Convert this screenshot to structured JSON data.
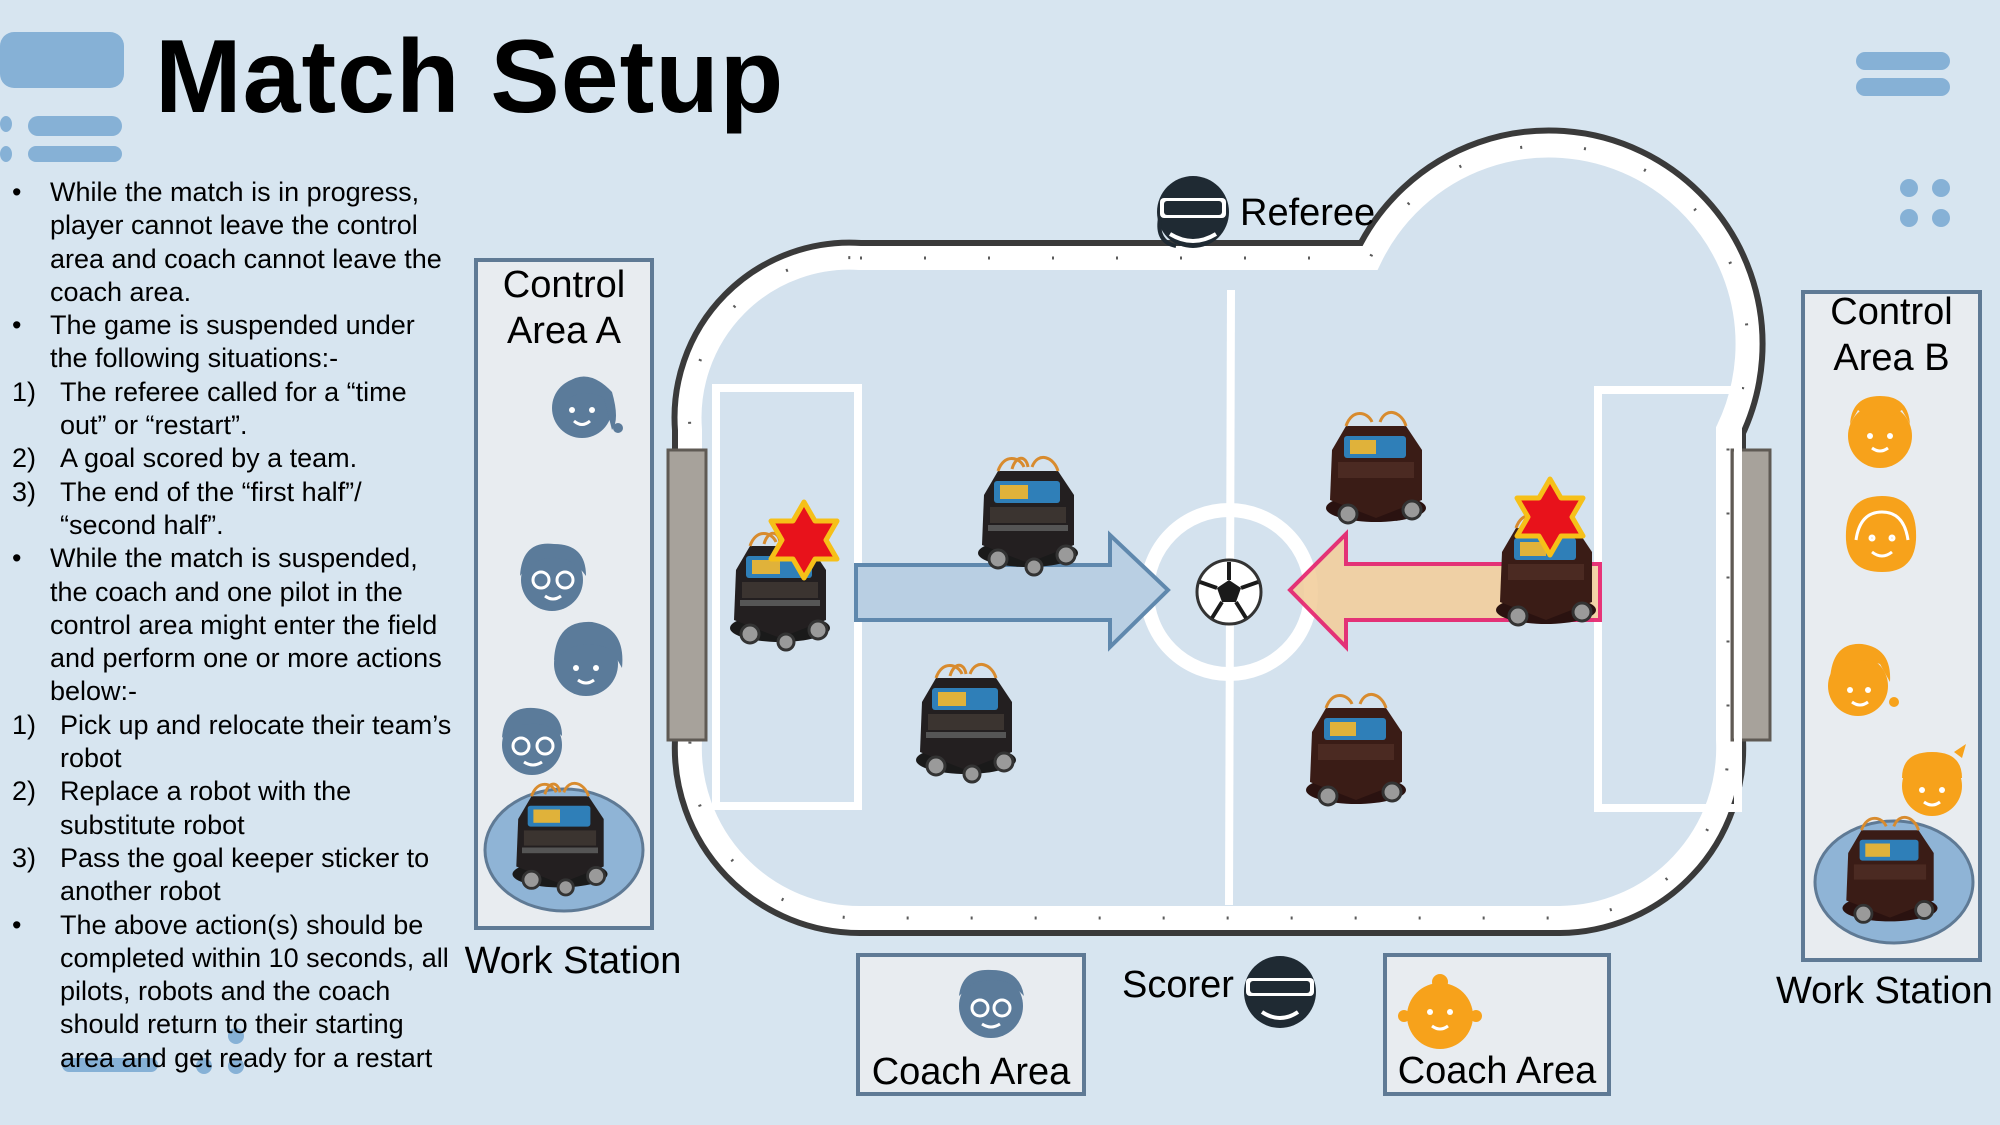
{
  "title": "Match Setup",
  "rules": [
    {
      "marker": "•",
      "text": "While the match is in progress, player cannot leave the control area and coach cannot leave the coach area."
    },
    {
      "marker": "•",
      "text": "The game is suspended under the following situations:-"
    },
    {
      "marker": "1)",
      "text": "The referee called for a “time out” or “restart”."
    },
    {
      "marker": "2)",
      "text": "A goal scored by a team."
    },
    {
      "marker": "3)",
      "text": "The end of the “first half”/ “second half”."
    },
    {
      "marker": "•",
      "text": "While the match is suspended, the coach and one pilot in the control area might enter the field and perform one or more actions below:-"
    },
    {
      "marker": "1)",
      "text": "Pick up and relocate their team’s robot"
    },
    {
      "marker": "2)",
      "text": "Replace a robot with the substitute robot"
    },
    {
      "marker": "3)",
      "text": "Pass the goal keeper sticker to another robot"
    },
    {
      "marker": "•",
      "text": "The above action(s) should be completed within 10 seconds, all pilots, robots and the coach should return to their starting area and get ready for a restart"
    }
  ],
  "control_a": {
    "line1": "Control",
    "line2": "Area A"
  },
  "control_b": {
    "line1": "Control",
    "line2": "Area B"
  },
  "work_station_a": "Work Station",
  "work_station_b": "Work Station",
  "referee": "Referee",
  "scorer": "Scorer",
  "coach_area_a": "Coach Area",
  "coach_area_b": "Coach Area",
  "colors": {
    "team_a": "#5b7b9a",
    "team_b": "#f7a21b",
    "arrow_a": "#b9cfe3",
    "arrow_b": "#e51f6a",
    "field": "#d4e2ee",
    "goalkeeper_star": "#e8121b"
  }
}
